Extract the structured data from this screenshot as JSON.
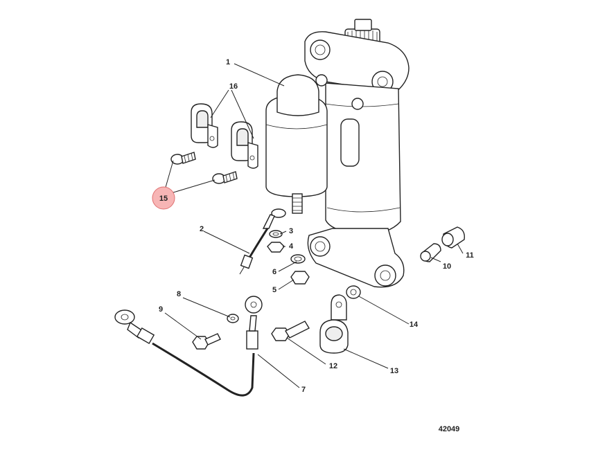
{
  "labels": {
    "p1": "1",
    "p2": "2",
    "p3": "3",
    "p4": "4",
    "p5": "5",
    "p6": "6",
    "p7": "7",
    "p8": "8",
    "p9": "9",
    "p10": "10",
    "p11": "11",
    "p12": "12",
    "p13": "13",
    "p14": "14",
    "p15": "15",
    "p16": "16"
  },
  "figure_number": "42049",
  "colors": {
    "highlight": "#f7b5b5",
    "highlight_stroke": "#e07070",
    "line": "#222222"
  }
}
